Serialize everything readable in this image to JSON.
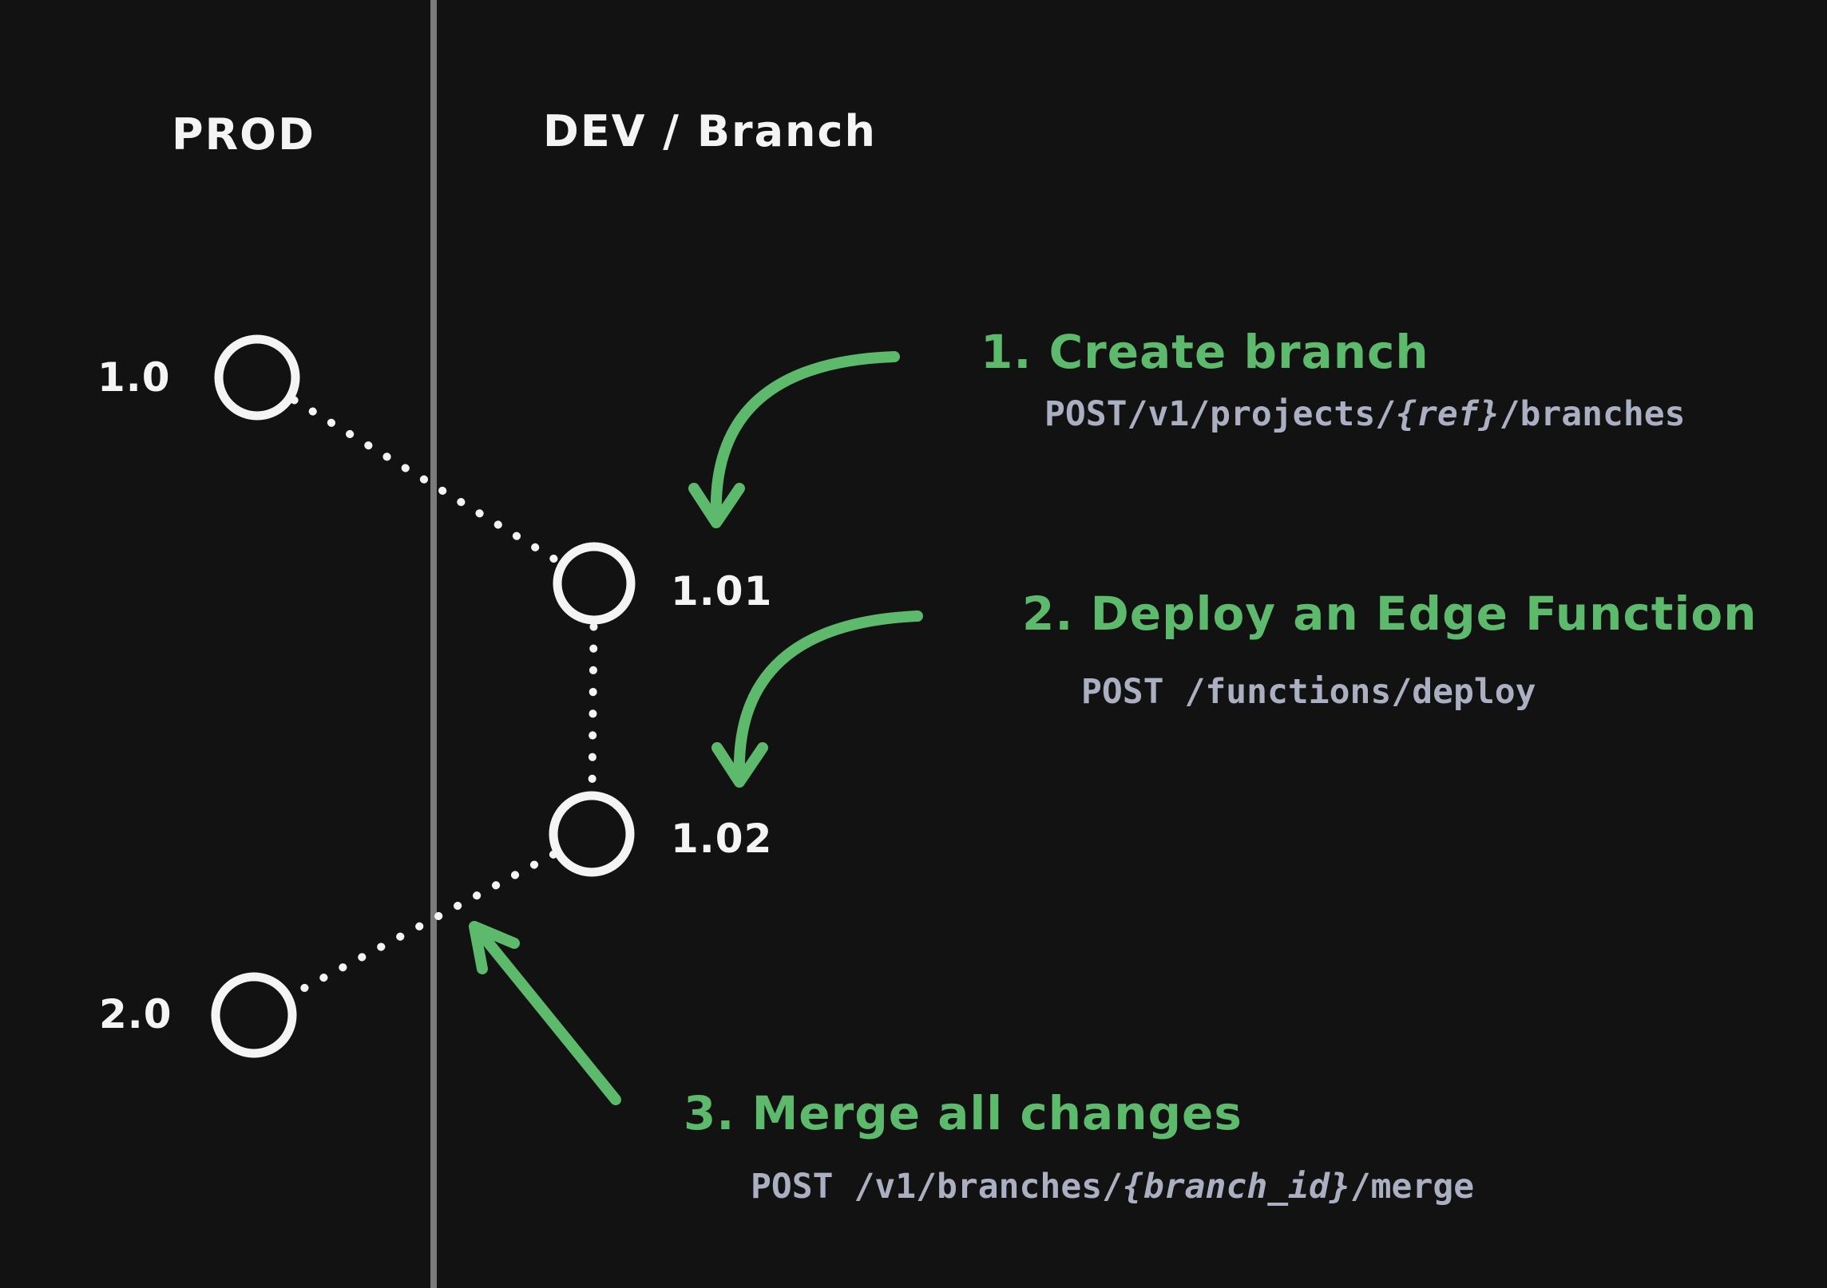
{
  "colors": {
    "background": "#121212",
    "divider": "#7a7a7a",
    "node_stroke": "#f4f4f4",
    "accent_green": "#5dba6c",
    "code_text": "#aab0c2"
  },
  "columns": {
    "prod_label": "PROD",
    "dev_label": "DEV / Branch"
  },
  "nodes": [
    {
      "label": "1.0",
      "column": "prod"
    },
    {
      "label": "1.01",
      "column": "dev"
    },
    {
      "label": "1.02",
      "column": "dev"
    },
    {
      "label": "2.0",
      "column": "prod"
    }
  ],
  "annotations": [
    {
      "title": "1. Create branch",
      "code_prefix": "POST/v1/projects/",
      "code_em": "{ref}",
      "code_suffix": "/branches"
    },
    {
      "title": "2. Deploy an Edge Function",
      "code_prefix": "POST /functions/deploy",
      "code_em": "",
      "code_suffix": ""
    },
    {
      "title": "3. Merge all changes",
      "code_prefix": "POST /v1/branches/",
      "code_em": "{branch_id}",
      "code_suffix": "/merge"
    }
  ]
}
